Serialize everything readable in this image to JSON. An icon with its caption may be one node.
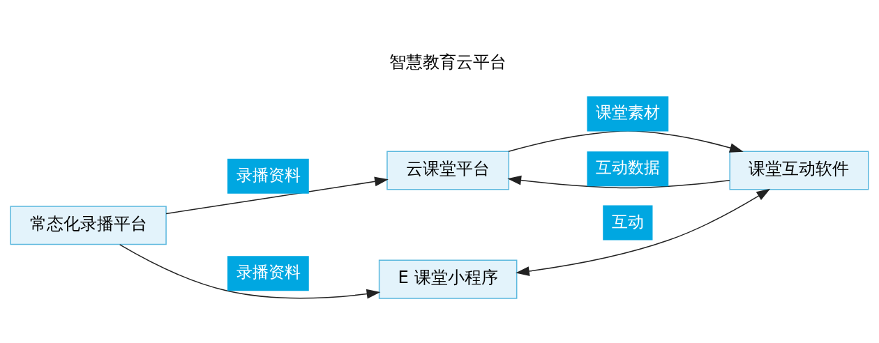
{
  "diagram": {
    "nodes": [
      {
        "text": [
          "云课堂平台"
        ]
      },
      {
        "text": [
          "常态化录播平台"
        ]
      },
      {
        "text": [
          "课堂互动软件"
        ]
      },
      {
        "text": [
          "E 课堂小程序"
        ]
      }
    ],
    "edges": [
      {
        "from": 1,
        "to": 0,
        "arrow": "to",
        "label": "录播资料"
      },
      {
        "from": 0,
        "to": 2,
        "arrow": "to",
        "label": "课堂素材"
      },
      {
        "from": 2,
        "to": 0,
        "arrow": "to",
        "label": "互动数据"
      },
      {
        "from": 1,
        "to": 3,
        "arrow": "to",
        "label": "录播资料"
      },
      {
        "from": 3,
        "to": 2,
        "arrow": "both",
        "label": "互动"
      }
    ],
    "labels": [
      "智慧教育云平台"
    ]
  }
}
